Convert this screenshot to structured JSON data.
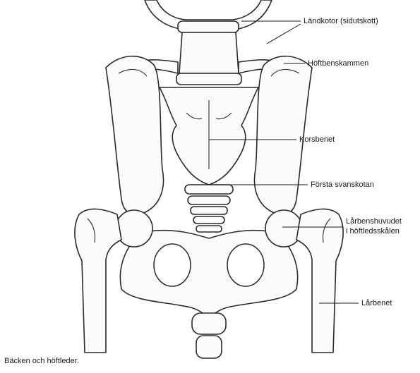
{
  "labels": {
    "lumbar": "Ländkotor (sidutskott)",
    "iliac_crest": "Höftbenskammen",
    "sacrum": "Korsbenet",
    "first_tail": "Första svanskotan",
    "femoral_head_1": "Lårbenshuvudet",
    "femoral_head_2": "i höftledsskålen",
    "femur": "Lårbenet"
  },
  "caption": "Bäcken och höftleder."
}
